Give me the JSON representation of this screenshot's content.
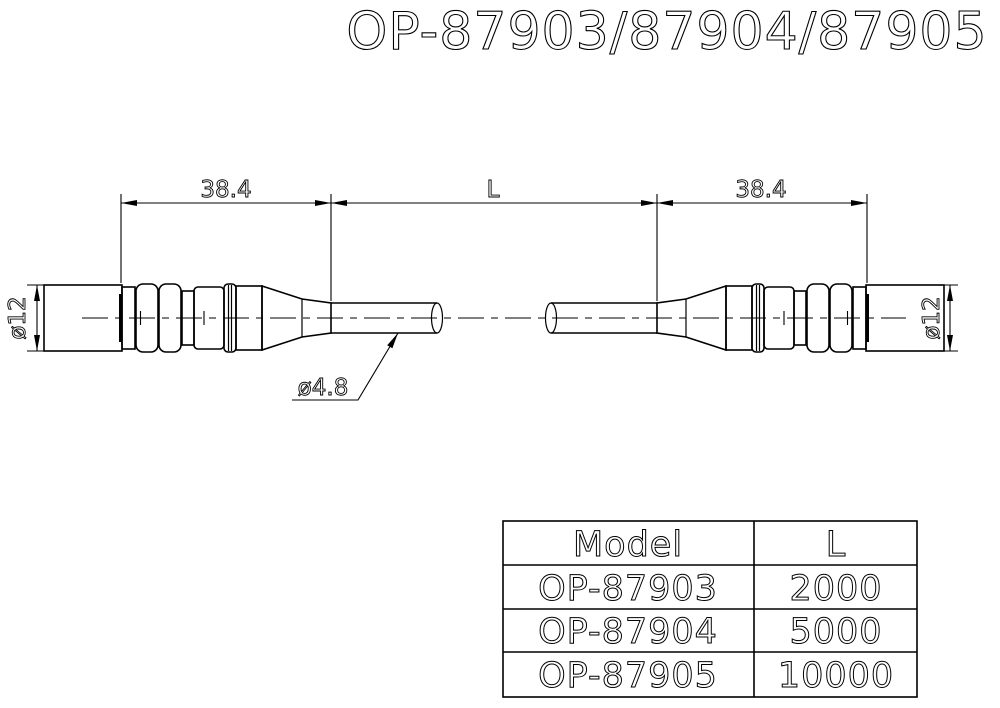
{
  "title": "OP-87903/87904/87905",
  "dimensions": {
    "left_connector_length": "38.4",
    "cable_length_symbol": "L",
    "right_connector_length": "38.4",
    "left_connector_diameter": "ø12",
    "right_connector_diameter": "ø12",
    "cable_diameter": "ø4.8"
  },
  "table": {
    "headers": {
      "model": "Model",
      "length": "L"
    },
    "rows": [
      {
        "model": "OP-87903",
        "length": "2000"
      },
      {
        "model": "OP-87904",
        "length": "5000"
      },
      {
        "model": "OP-87905",
        "length": "10000"
      }
    ]
  },
  "colors": {
    "line": "#000000",
    "background": "#ffffff"
  }
}
